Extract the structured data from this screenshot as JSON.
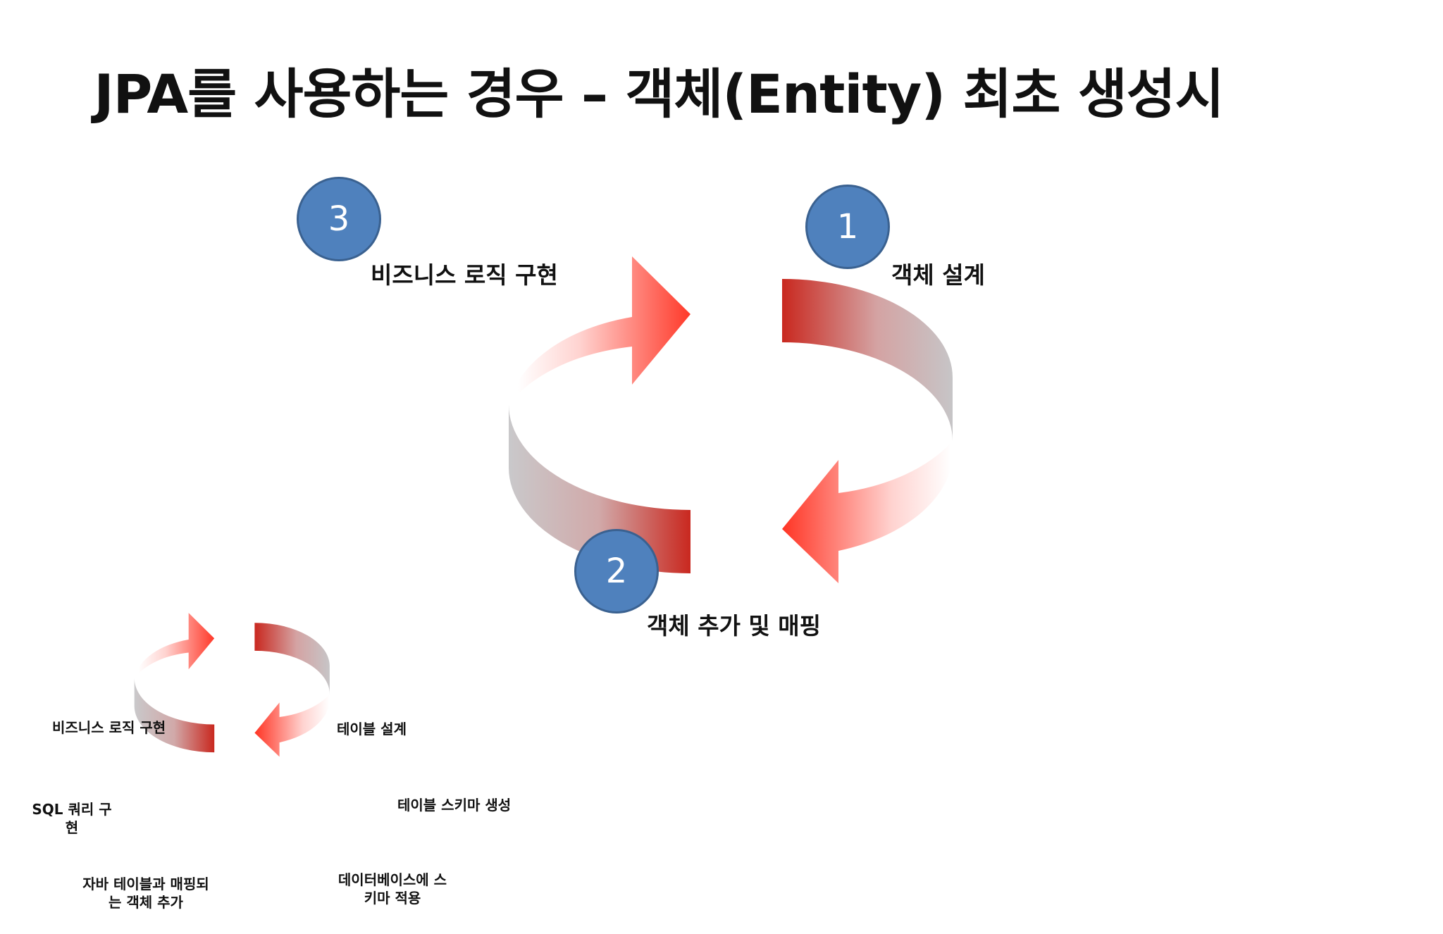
{
  "title": "JPA를 사용하는 경우 – 객체(Entity) 최초 생성시",
  "main_cycle": {
    "steps": [
      {
        "number": "1",
        "label": "객체 설계"
      },
      {
        "number": "2",
        "label": "객체 추가 및 매핑"
      },
      {
        "number": "3",
        "label": "비즈니스 로직 구현"
      }
    ]
  },
  "secondary_cycle": {
    "labels": {
      "business_logic": "비즈니스 로직 구현",
      "table_design": "테이블 설계",
      "schema_generation": "테이블 스키마 생성",
      "apply_schema_line1": "데이터베이스에 스",
      "apply_schema_line2": "키마 적용",
      "map_object_line1": "자바 테이블과 매핑되",
      "map_object_line2": "는 객체 추가",
      "sql_query_line1": "SQL 쿼리 구",
      "sql_query_line2": "현"
    }
  },
  "colors": {
    "arrow_red": "#d0281e",
    "arrow_bright": "#ff3a2a",
    "arrow_gray": "#c7c7c9",
    "badge_blue": "#4f81bd"
  }
}
